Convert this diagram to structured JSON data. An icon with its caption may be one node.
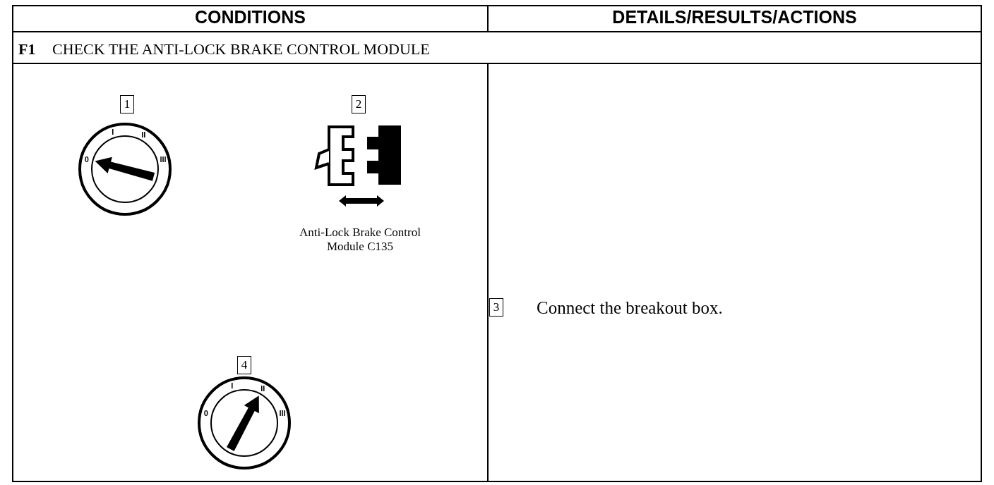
{
  "diagram": {
    "labels": [
      "CONDITIONS",
      "DETAILS/RESULTS/ACTIONS",
      "F1",
      "CHECK THE ANTI-LOCK BRAKE CONTROL MODULE",
      "1",
      "0",
      "I",
      "II",
      "III",
      "2",
      "Anti-Lock Brake Control Module C135",
      "3",
      "Connect the breakout box.",
      "4",
      "0",
      "I",
      "II",
      "III"
    ]
  }
}
